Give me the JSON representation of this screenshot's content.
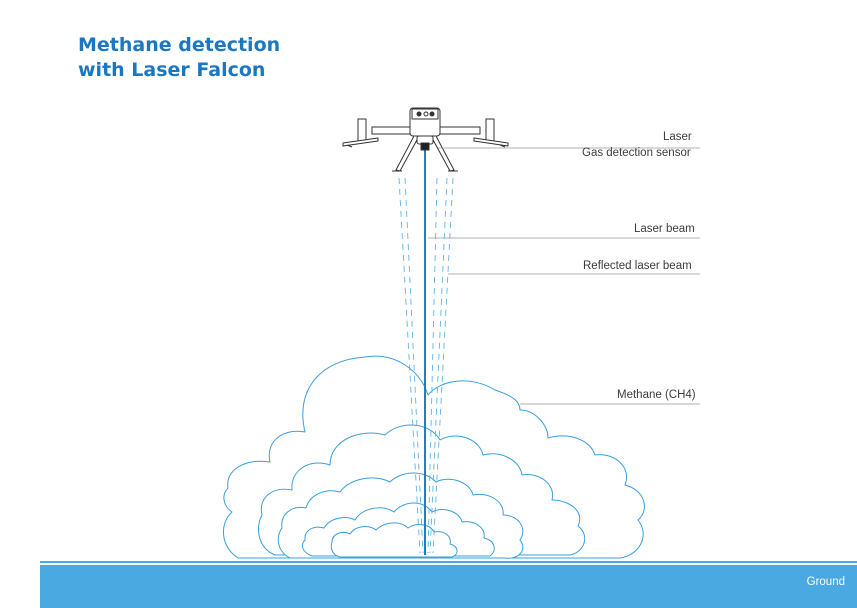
{
  "title": {
    "line1": "Methane detection",
    "line2": "with Laser Falcon"
  },
  "labels": {
    "laser": "Laser",
    "gas_sensor": "Gas detection sensor",
    "laser_beam": "Laser beam",
    "reflected_beam": "Reflected laser beam",
    "methane": "Methane (CH4)",
    "ground": "Ground"
  },
  "colors": {
    "title": "#1a78c2",
    "beam": "#1f7fc2",
    "reflected_beam": "#5fb3e3",
    "cloud_outline": "#3aa0dd",
    "ground": "#4aa9e1",
    "drone_outline": "#333333"
  },
  "icons": {
    "drone": "drone-icon",
    "cloud": "methane-cloud"
  }
}
